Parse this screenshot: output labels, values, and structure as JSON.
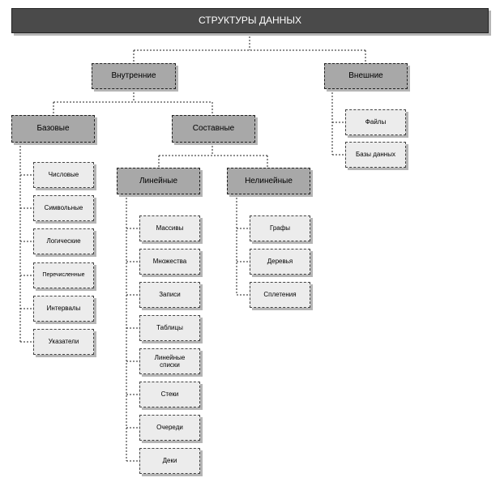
{
  "root": "СТРУКТУРЫ ДАННЫХ",
  "internal": "Внутренние",
  "external": "Внешние",
  "external_items": [
    "Файлы",
    "Базы данных"
  ],
  "basic": "Базовые",
  "basic_items": [
    "Числовые",
    "Символьные",
    "Логические",
    "Перечисленные",
    "Интервалы",
    "Указатели"
  ],
  "composite": "Составные",
  "linear": "Линейные",
  "linear_items": [
    "Массивы",
    "Множества",
    "Записи",
    "Таблицы",
    "Линейные списки",
    "Стеки",
    "Очереди",
    "Деки"
  ],
  "nonlinear": "Нелинейные",
  "nonlinear_items": [
    "Графы",
    "Деревья",
    "Сплетения"
  ]
}
